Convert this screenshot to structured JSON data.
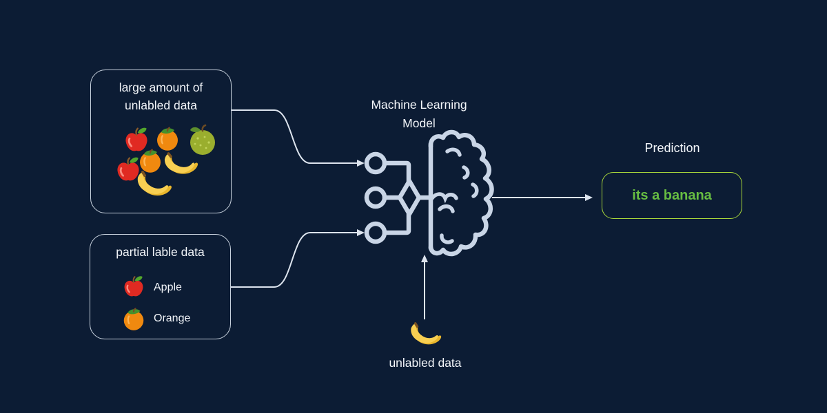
{
  "colors": {
    "background": "#0c1c34",
    "box_border": "#c8d2de",
    "text": "#f2f5f9",
    "line": "#dde4ee",
    "icon": "#c9d5e6",
    "green_text": "#67bd42",
    "green_border": "#a8d63a"
  },
  "unlabeled_box": {
    "title": "large amount of\nunlabled data",
    "fruits": [
      "apple",
      "orange",
      "guava",
      "orange",
      "apple",
      "banana",
      "banana"
    ]
  },
  "partial_box": {
    "title": "partial lable data",
    "rows": [
      {
        "icon": "apple",
        "label": "Apple"
      },
      {
        "icon": "orange",
        "label": "Orange"
      }
    ]
  },
  "model": {
    "label_line1": "Machine Learning",
    "label_line2": "Model",
    "icon": "network-brain-icon"
  },
  "prediction": {
    "title": "Prediction",
    "result": "its a banana"
  },
  "unlabeled_input": {
    "label": "unlabled data",
    "fruit": "banana"
  }
}
